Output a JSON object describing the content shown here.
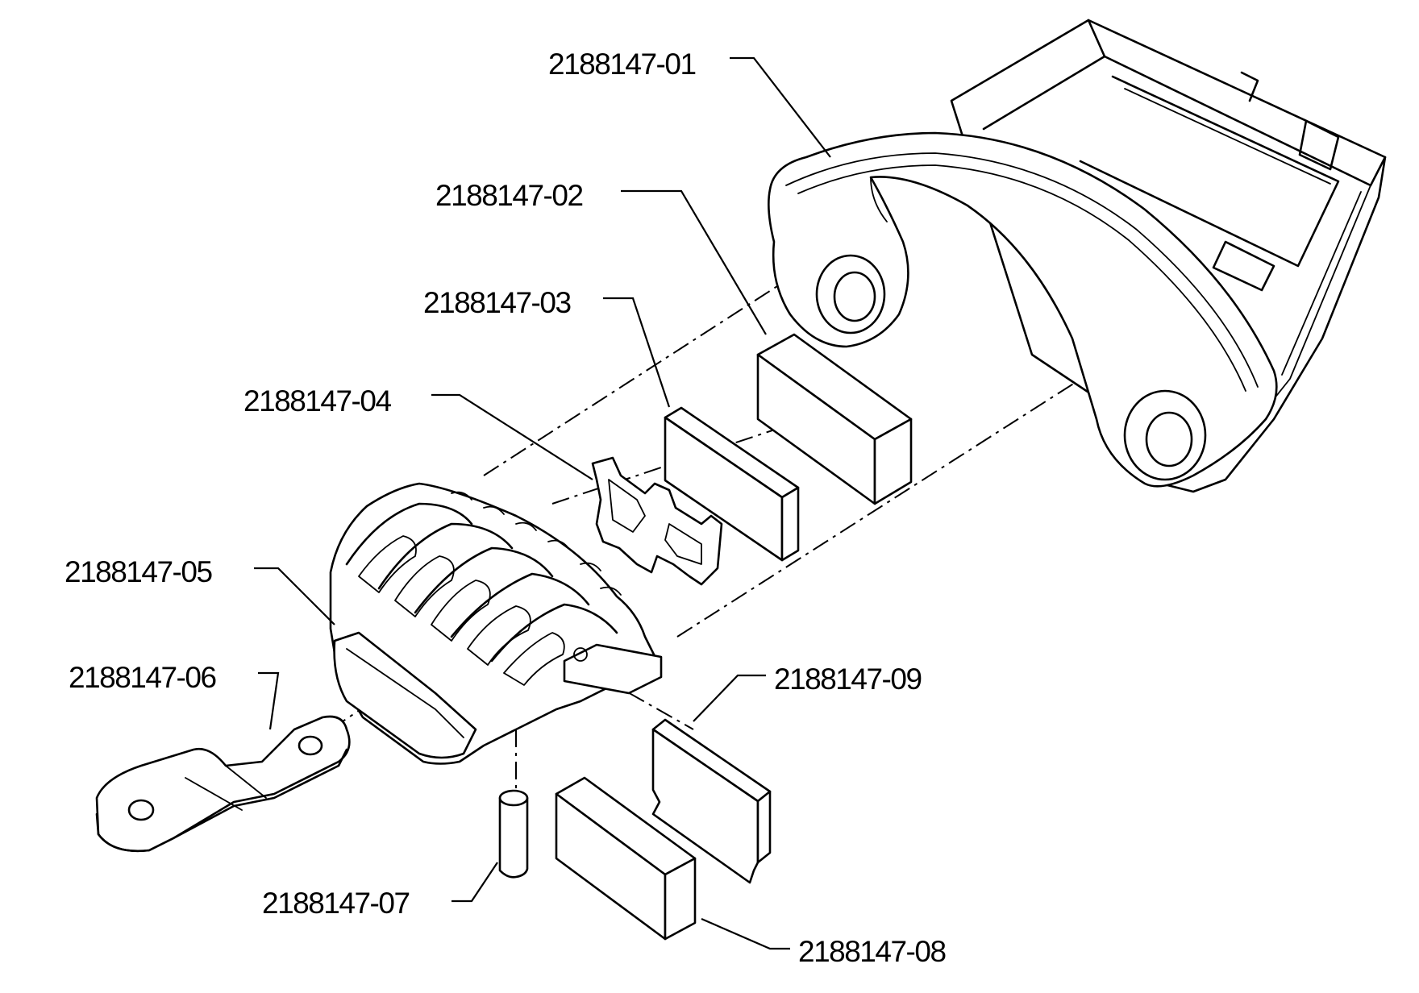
{
  "parts": [
    {
      "id": "p01",
      "label": "2188147-01"
    },
    {
      "id": "p02",
      "label": "2188147-02"
    },
    {
      "id": "p03",
      "label": "2188147-03"
    },
    {
      "id": "p04",
      "label": "2188147-04"
    },
    {
      "id": "p05",
      "label": "2188147-05"
    },
    {
      "id": "p06",
      "label": "2188147-06"
    },
    {
      "id": "p07",
      "label": "2188147-07"
    },
    {
      "id": "p08",
      "label": "2188147-08"
    },
    {
      "id": "p09",
      "label": "2188147-09"
    }
  ]
}
